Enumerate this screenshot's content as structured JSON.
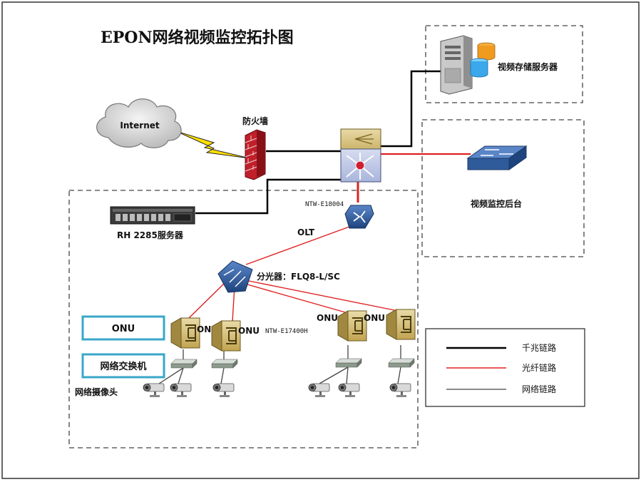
{
  "title": "EPON网络视频监控拓扑图",
  "colors": {
    "gigabit": "#000000",
    "fiber": "#e02020",
    "network": "#444444",
    "onu_box_border": "#3aa7c9",
    "switch_blue": "#2f5b9a",
    "firewall": "#c0202a"
  },
  "nodes": {
    "internet": {
      "label": "Internet",
      "icon": "cloud-icon"
    },
    "firewall": {
      "label": "防火墙",
      "icon": "firewall-icon"
    },
    "storage_server": {
      "label": "视频存储服务器",
      "icon": "server-storage-icon"
    },
    "core_switch": {
      "label": "",
      "icon": "core-switch-icon"
    },
    "monitor_backend": {
      "label": "视频监控后台",
      "icon": "switch-icon"
    },
    "rh_server": {
      "label": "RH 2285服务器",
      "icon": "rack-server-icon"
    },
    "olt": {
      "model": "NTW-E18004",
      "label": "OLT",
      "icon": "olt-icon"
    },
    "splitter": {
      "label": "分光器：FLQ8-L/SC",
      "icon": "splitter-icon"
    },
    "onu_model": "NTW-E17400H",
    "onus": [
      {
        "label": "ONU"
      },
      {
        "label": "ONU"
      },
      {
        "label": "ONU"
      },
      {
        "label": "ONU"
      }
    ],
    "camera_label": "网络摄像头"
  },
  "side_boxes": {
    "onu": "ONU",
    "switch": "网络交换机"
  },
  "legend": [
    {
      "label": "千兆链路",
      "color": "#000000"
    },
    {
      "label": "光纤链路",
      "color": "#e02020"
    },
    {
      "label": "网络链路",
      "color": "#444444"
    }
  ]
}
